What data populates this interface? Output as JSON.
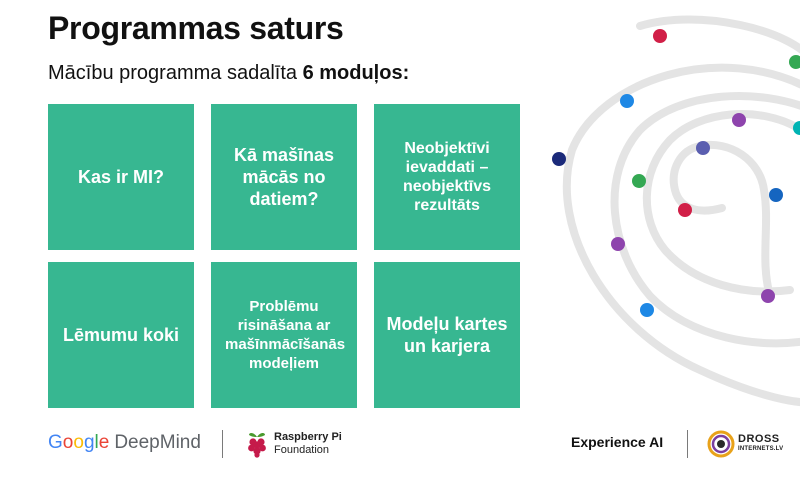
{
  "slide": {
    "title": "Programmas saturs",
    "subtitle_prefix": "Mācību programma sadalīta ",
    "subtitle_bold": "6 moduļos:"
  },
  "modules": [
    {
      "label": "Kas ir MI?"
    },
    {
      "label": "Kā mašīnas mācās no datiem?"
    },
    {
      "label": "Neobjektīvi ievaddati – neobjektīvs rezultāts"
    },
    {
      "label": "Lēmumu koki"
    },
    {
      "label": "Problēmu risināšana ar mašīnmācīšanās modeļiem"
    },
    {
      "label": "Modeļu kartes un karjera"
    }
  ],
  "colors": {
    "tile": "#37b791",
    "google_blue": "#4285F4",
    "google_red": "#EA4335",
    "google_yellow": "#FBBC05",
    "google_green": "#34A853",
    "raspberry": "#c51a4a"
  },
  "footer": {
    "google_word": "Google",
    "deepmind_word": "DeepMind",
    "rpi_line1": "Raspberry Pi",
    "rpi_line2": "Foundation",
    "experience_ai": "Experience AI",
    "dross_line1": "DROSS",
    "dross_line2": "INTERNETS.LV",
    "icons": [
      "raspberry-pi-logo-icon",
      "dross-logo-icon"
    ]
  }
}
